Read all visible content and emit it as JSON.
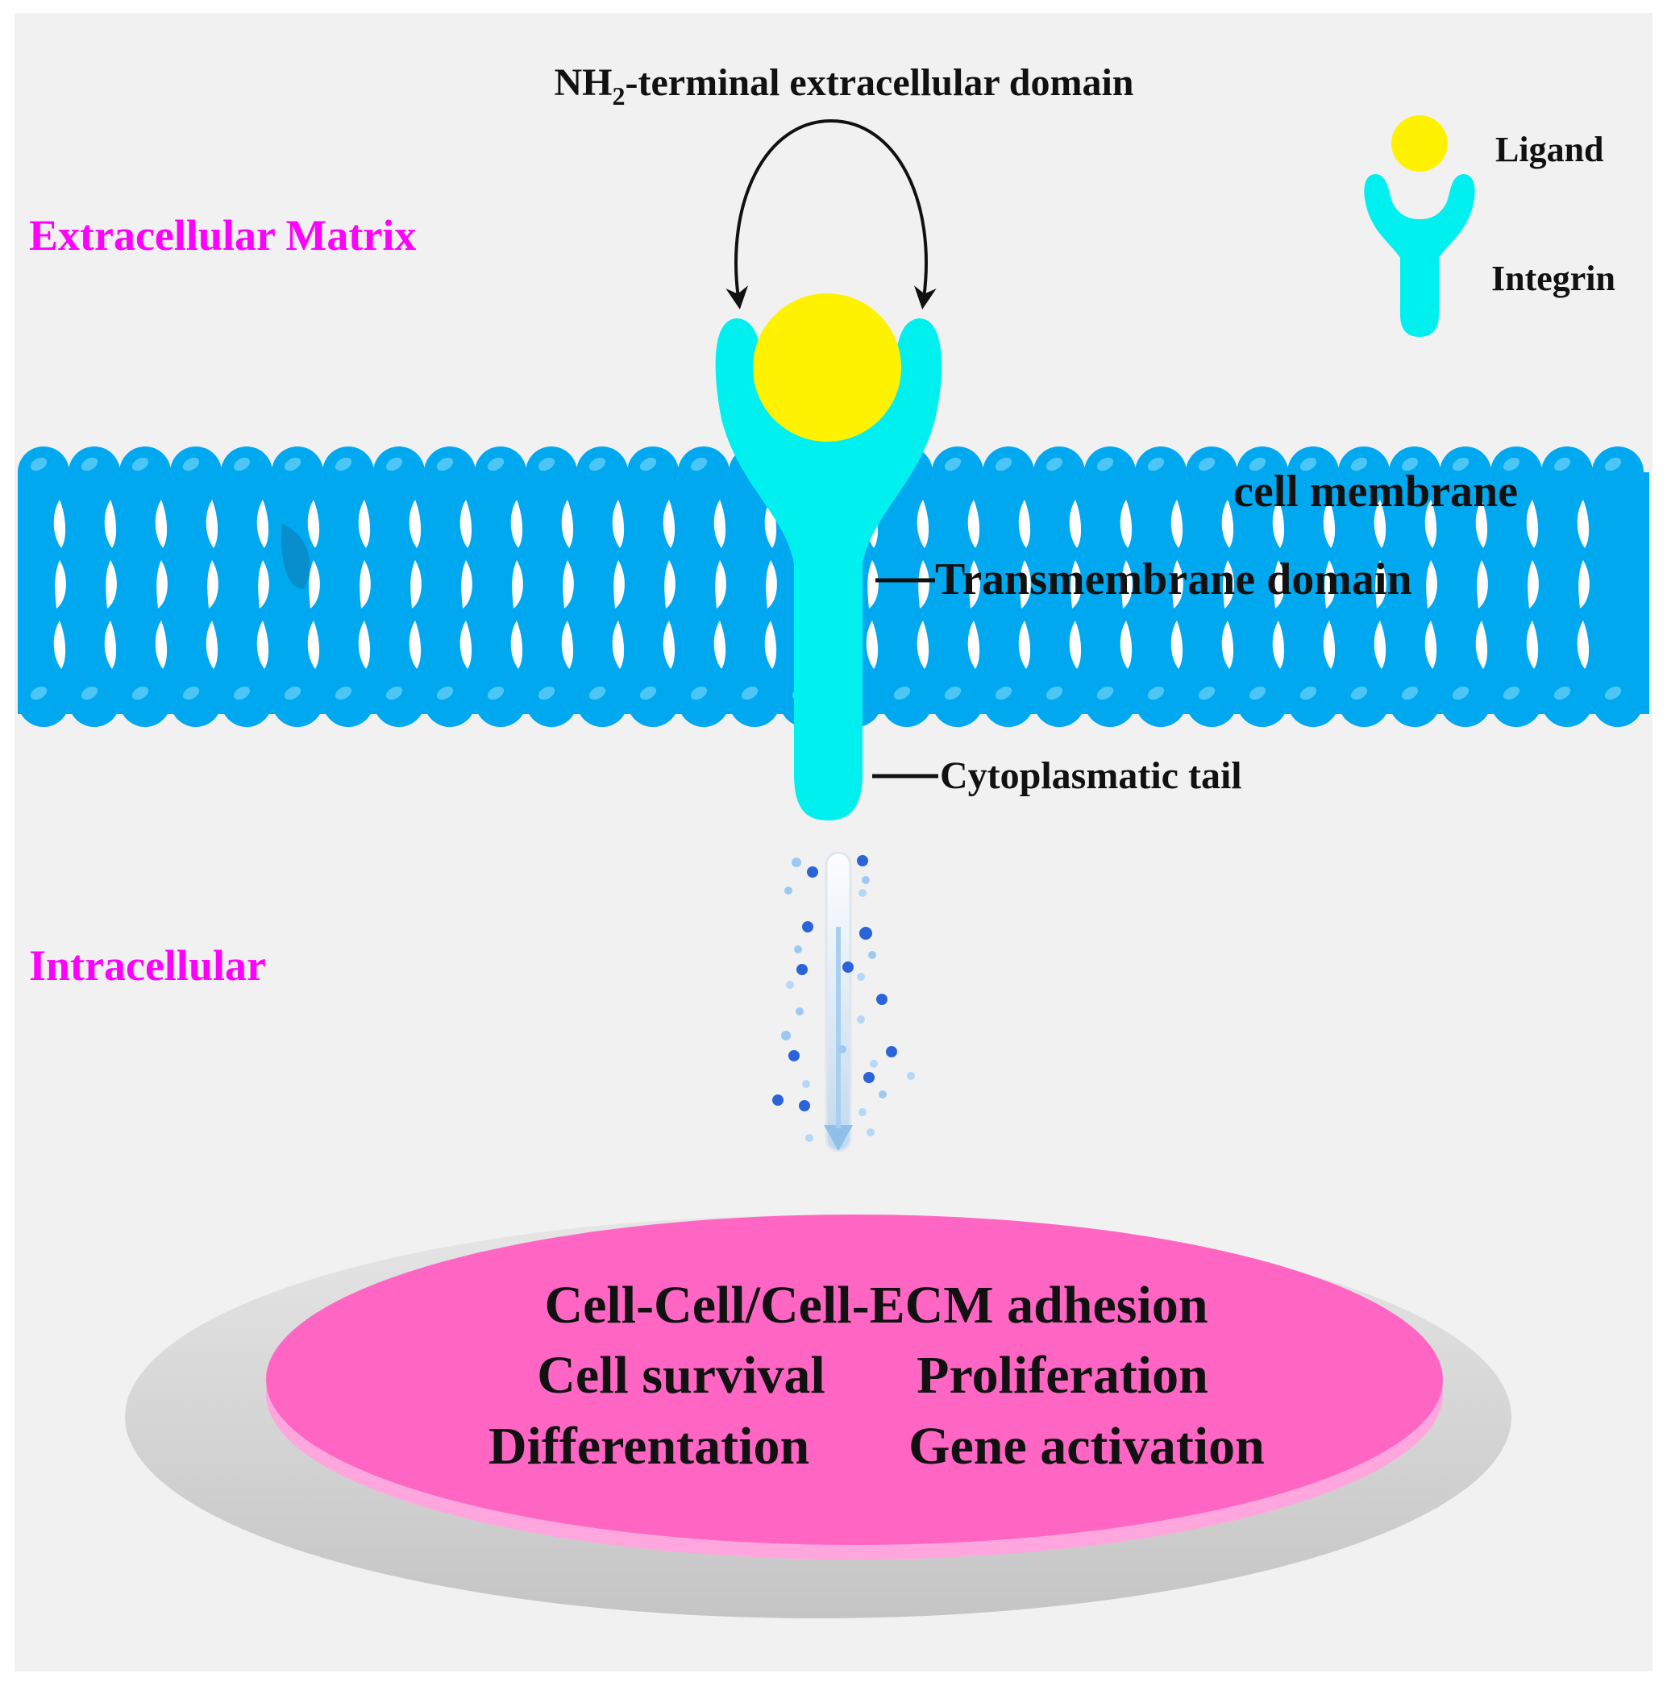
{
  "labels": {
    "top_domain_pre": "NH",
    "top_domain_sub": "2",
    "top_domain_post": "-terminal extracellular domain",
    "extracellular": "Extracellular Matrix",
    "intracellular": "Intracellular",
    "cell_membrane": "cell membrane",
    "transmembrane": "Transmembrane domain",
    "cytoplasmic_tail": "Cytoplasmatic tail"
  },
  "legend": {
    "ligand": "Ligand",
    "integrin": "Integrin"
  },
  "outcomes": {
    "line1": "Cell-Cell/Cell-ECM adhesion",
    "line2a": "Cell survival",
    "line2b": "Proliferation",
    "line3a": "Differentation",
    "line3b": "Gene activation"
  },
  "colors": {
    "background": "#f1f1f1",
    "membrane": "#00a8f0",
    "membrane_head_highlight": "#4cc6f6",
    "integrin": "#00f0f0",
    "ligand": "#fff200",
    "region_label": "#ff00ff",
    "outcome_disc": "#ff66c4",
    "text": "#111111"
  }
}
